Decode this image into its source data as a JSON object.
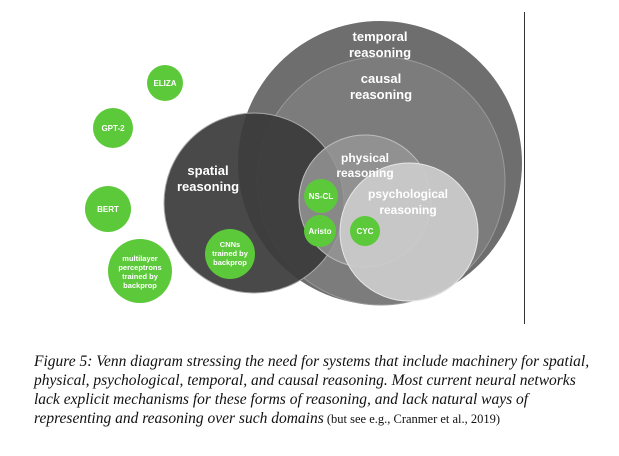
{
  "diagram": {
    "sets": {
      "temporal": "temporal\nreasoning",
      "causal": "causal\nreasoning",
      "spatial": "spatial\nreasoning",
      "physical": "physical\nreasoning",
      "psychological": "psychological\nreasoning"
    },
    "systems": {
      "eliza": "ELIZA",
      "gpt2": "GPT-2",
      "bert": "BERT",
      "mlp": "multilayer\nperceptrons\ntrained by\nbackprop",
      "cnns": "CNNs\ntrained by\nbackprop",
      "nscl": "NS-CL",
      "aristo": "Aristo",
      "cyc": "CYC"
    },
    "colors": {
      "green": "#5cc93b",
      "temporal": "#6e6e6e",
      "causal": "#7c7c7c",
      "spatial": "#3f3f3f",
      "physical": "#939393",
      "psychological": "#cacaca"
    }
  },
  "caption": {
    "main": "Figure 5: Venn diagram stressing the need for systems that include machinery for spatial, physical, psychological, temporal, and causal reasoning. Most current neural networks lack explicit mechanisms for these forms of reasoning, and lack natural ways of representing and reasoning over such domains",
    "sub": " (but see e.g., Cranmer et al., 2019)"
  }
}
